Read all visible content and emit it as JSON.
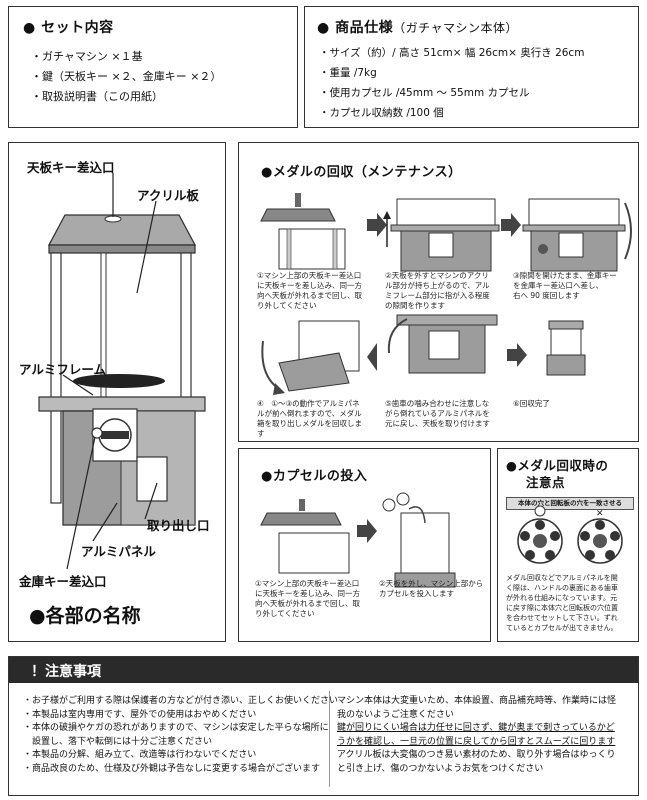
{
  "set": {
    "title": "● セット内容",
    "items": [
      "・ガチャマシン ×１基",
      "・鍵（天板キー ×２、金庫キー ×２）",
      "・取扱説明書（この用紙）"
    ]
  },
  "spec": {
    "title": "● 商品仕様",
    "subtitle": "（ガチャマシン本体）",
    "items": [
      "・サイズ（約）/ 高さ 51cm× 幅 26cm× 奥行き 26cm",
      "・重量 /7kg",
      "・使用カプセル /45mm 〜 55mm カプセル",
      "・カプセル収納数 /100 個"
    ]
  },
  "parts": {
    "title": "●各部の名称",
    "labels": {
      "top_key": "天板キー差込口",
      "acrylic": "アクリル板",
      "frame": "アルミフレーム",
      "takeout": "取り出し口",
      "panel": "アルミパネル",
      "safe_key": "金庫キー差込口"
    }
  },
  "medal": {
    "title": "●メダルの回収（メンテナンス）",
    "steps": [
      [
        "①マシン上部の天板キー差込口",
        "に天板キーを差し込み、同一方",
        "向へ天板が外れるまで回し、取",
        "り外してください"
      ],
      [
        "②天板を外すとマシンのアクリ",
        "ル部分が持ち上がるので、アル",
        "ミフレーム部分に指が入る程度",
        "の隙間を作ります"
      ],
      [
        "③隙間を開けたまま、金庫キー",
        "を金庫キー差込口へ差し、",
        "右へ 90 度回します"
      ],
      [
        "④　①〜③の動作でアルミパネ",
        "ルが前へ倒れますので、メダル",
        "箱を取り出しメダルを回収しま",
        "す"
      ],
      [
        "⑤歯車の噛み合わせに注意しな",
        "がら倒れているアルミパネルを",
        "元に戻し、天板を取り付けます"
      ],
      [
        "⑥回収完了"
      ]
    ]
  },
  "capsule": {
    "title": "●カプセルの投入",
    "steps": [
      [
        "①マシン上部の天板キー差込口",
        "に天板キーを差し込み、同一方",
        "向へ天板が外れるまで回し、取",
        "り外してください"
      ],
      [
        "②天板を外し、マシン上部から",
        "カプセルを投入します"
      ]
    ]
  },
  "point": {
    "title_1": "●メダル回収時の",
    "title_2": "注意点",
    "banner": "本体の穴と回転板の穴を一致させる",
    "text": [
      "メダル回収などでアルミパネルを開",
      "く際は、ハンドルの裏面にある歯車",
      "が外れる仕組みになっています。元",
      "に戻す際に本体穴と回転板の穴位置",
      "を合わせてセットして下さい。ずれ",
      "ているとカプセルが出てきません。"
    ]
  },
  "caution": {
    "title": "！注意事項",
    "left": [
      "・お子様がご利用する際は保護者の方などが付き添い、正しくお使いください",
      "・本製品は室内専用です、屋外での使用はおやめください",
      "・本体の破損やケガの恐れがありますので、マシンは安定した平らな場所に",
      "　設置し、落下や転倒には十分ご注意ください",
      "・本製品の分解、組み立て、改造等は行わないでください",
      "・商品改良のため、仕様及び外観は予告なしに変更する場合がございます"
    ],
    "right": [
      "マシン本体は大変重いため、本体設置、商品補充時等、作業時には怪",
      "我のないようご注意ください",
      "鍵が回りにくい場合は力任せに回さず、鍵が奥まで刺さっているかど",
      "うかを確認し、一旦元の位置に戻してから回すとスムーズに回ります",
      "アクリル板は大変傷のつき易い素材のため、取り外す場合はゆっくり",
      "と引き上げ、傷のつかないようお気をつけください"
    ]
  },
  "colors": {
    "frame": "#333333",
    "gray": "#a9a9a9",
    "dark": "#2a2a2a"
  }
}
